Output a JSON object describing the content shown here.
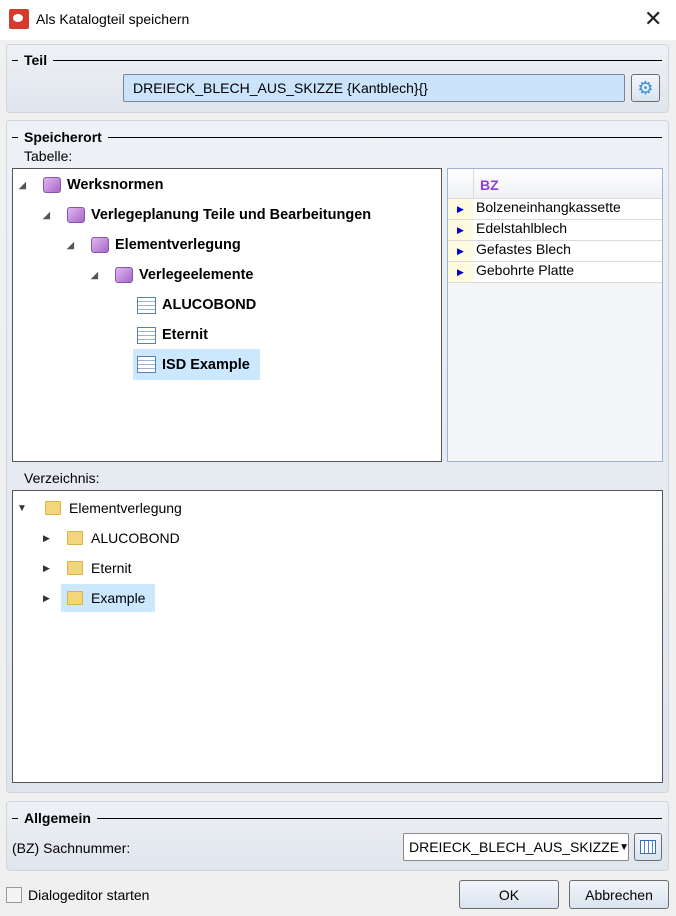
{
  "window": {
    "title": "Als Katalogteil speichern",
    "close_icon": "close-icon"
  },
  "teil": {
    "legend": "Teil",
    "value": "DREIECK_BLECH_AUS_SKIZZE {Kantblech}{}"
  },
  "speicherort": {
    "legend": "Speicherort",
    "tabelle_label": "Tabelle:",
    "tree": [
      {
        "label": "Werksnormen",
        "level": 0,
        "icon": "book-icon"
      },
      {
        "label": "Verlegeplanung Teile und Bearbeitungen",
        "level": 1,
        "icon": "book-icon"
      },
      {
        "label": "Elementverlegung",
        "level": 2,
        "icon": "book-icon"
      },
      {
        "label": "Verlegeelemente",
        "level": 3,
        "icon": "book-icon"
      },
      {
        "label": "ALUCOBOND",
        "level": 4,
        "icon": "table-icon"
      },
      {
        "label": "Eternit",
        "level": 4,
        "icon": "table-icon"
      },
      {
        "label": "ISD Example",
        "level": 4,
        "icon": "table-icon",
        "selected": true
      }
    ],
    "grid": {
      "header": "BZ",
      "rows": [
        "Bolzeneinhangkassette",
        "Edelstahlblech",
        "Gefastes Blech",
        "Gebohrte Platte"
      ]
    },
    "verzeichnis_label": "Verzeichnis:",
    "dirs": [
      {
        "label": "Elementverlegung",
        "level": 0,
        "expanded": true
      },
      {
        "label": "ALUCOBOND",
        "level": 1
      },
      {
        "label": "Eternit",
        "level": 1
      },
      {
        "label": "Example",
        "level": 1,
        "selected": true
      }
    ]
  },
  "allgemein": {
    "legend": "Allgemein",
    "sachnummer_label": "(BZ) Sachnummer:",
    "sachnummer_value": "DREIECK_BLECH_AUS_SKIZZE"
  },
  "footer": {
    "checkbox_label": "Dialogeditor starten",
    "checked": false,
    "ok": "OK",
    "cancel": "Abbrechen"
  },
  "colors": {
    "selection": "#cce8ff",
    "header_text": "#8a3fd6",
    "arrow": "#0000cc"
  }
}
